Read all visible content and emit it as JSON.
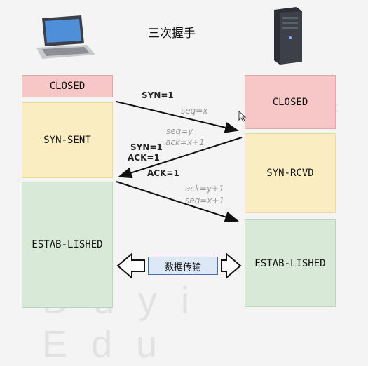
{
  "title": "三次握手",
  "client_states": {
    "closed": "CLOSED",
    "syn_sent": "SYN-SENT",
    "established": "ESTAB-LISHED"
  },
  "server_states": {
    "closed": "CLOSED",
    "syn_rcvd": "SYN-RCVD",
    "established": "ESTAB-LISHED"
  },
  "messages": {
    "m1_flag": "SYN=1",
    "m1_seq": "seq=x",
    "m2_flag1": "SYN=1",
    "m2_flag2": "ACK=1",
    "m2_seq": "seq=y",
    "m2_ack": "ack=x+1",
    "m3_flag": "ACK=1",
    "m3_ack": "ack=y+1",
    "m3_seq": "seq=x+1"
  },
  "data_transfer_label": "数据传输",
  "watermark": {
    "text": "Duyi Edu",
    "corner_text": "认准："
  },
  "icons": {
    "client": "laptop-icon",
    "server": "server-tower-icon"
  },
  "colors": {
    "closed": "#f7c7c7",
    "handshake": "#fbedc2",
    "established": "#d8ead7",
    "transfer_box": "#dde8f7"
  }
}
